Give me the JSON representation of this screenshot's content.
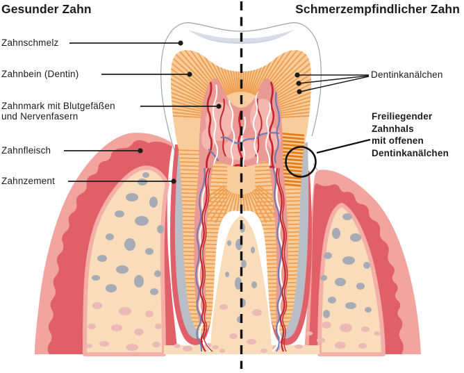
{
  "titles": {
    "left": "Gesunder Zahn",
    "right": "Schmerzempfindlicher Zahn"
  },
  "left_labels": {
    "zahnschmelz": "Zahnschmelz",
    "zahnbein": "Zahnbein (Dentin)",
    "zahnmark_line1": "Zahnmark mit Blutgefäßen",
    "zahnmark_line2": "und Nervenfasern",
    "zahnfleisch": "Zahnfleisch",
    "zahnzement": "Zahnzement"
  },
  "right_labels": {
    "dentinkanaelchen": "Dentinkanälchen",
    "freiliegender_line1": "Freiliegender",
    "freiliegender_line2": "Zahnhals",
    "freiliegender_line3": "mit offenen",
    "freiliegender_line4": "Dentinkanälchen"
  },
  "colors": {
    "divider": "#111111",
    "label_ink": "#1c1c1c",
    "enamel": "#ffffff",
    "enamel_outline": "#9ea4ac",
    "fissure_light": "#d8dde9",
    "fissure_dark": "#c6cddb",
    "dentin": "#f7cd9e",
    "tubule": "#ef9f4f",
    "tubule_exposed": "#e67c18",
    "cementum": "#b9bec6",
    "pulp": "#ea9a94",
    "pulp_light": "#f3b6b0",
    "artery": "#c4262d",
    "vein": "#6b7cb8",
    "nerve": "#ffffff",
    "gum_light": "#f2a49e",
    "gum_dark": "#e05f68",
    "bone": "#f9dcba",
    "bone_spot_gray": "#a7abb5",
    "bone_spot_pink": "#ecb9b6",
    "bone_rim": "#f3afa8"
  }
}
